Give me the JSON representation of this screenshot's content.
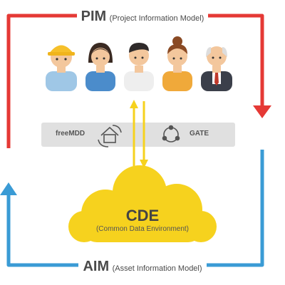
{
  "pim": {
    "abbr": "PIM",
    "full": "(Project Information Model)"
  },
  "aim": {
    "abbr": "AIM",
    "full": "(Asset Information Model)"
  },
  "bar": {
    "left_label": "freeMDD",
    "right_label": "GATE"
  },
  "cde": {
    "abbr": "CDE",
    "full": "(Common Data Environment)"
  },
  "colors": {
    "red": "#e53935",
    "blue": "#3a9bd5",
    "yellow": "#f6d21e",
    "gray_bar": "#e0e0e0"
  },
  "people": [
    {
      "name": "worker-hardhat"
    },
    {
      "name": "woman-dark-hair"
    },
    {
      "name": "young-man"
    },
    {
      "name": "woman-bun"
    },
    {
      "name": "older-man"
    }
  ]
}
